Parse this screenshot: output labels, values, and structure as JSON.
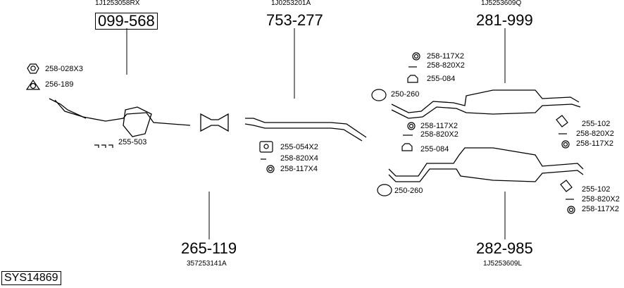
{
  "diagram": {
    "system_code": "SYS14869",
    "groups": [
      {
        "id": "front",
        "oem": "1J1253058RX",
        "part": "099-568"
      },
      {
        "id": "middle-upper",
        "oem": "1J0253201A",
        "part": "753-277"
      },
      {
        "id": "rear-upper",
        "oem": "1J5253609Q",
        "part": "281-999"
      },
      {
        "id": "middle-lower",
        "oem": "357253141A",
        "part": "265-119"
      },
      {
        "id": "rear-lower",
        "oem": "1J5253609L",
        "part": "282-985"
      }
    ],
    "fittings": {
      "f1": "258-028X3",
      "f2": "256-189",
      "f3": "255-503",
      "f4": "255-054X2",
      "f5": "258-820X4",
      "f6": "258-117X4",
      "f7": "258-117X2",
      "f8": "258-820X2",
      "f9": "255-084",
      "f10": "250-260",
      "f11": "255-102",
      "f12": "258-820X2",
      "f13": "258-117X2",
      "f14": "258-117X2",
      "f15": "258-820X2",
      "f16": "255-084",
      "f17": "250-260",
      "f18": "255-102",
      "f19": "258-820X2",
      "f20": "258-117X2"
    }
  }
}
